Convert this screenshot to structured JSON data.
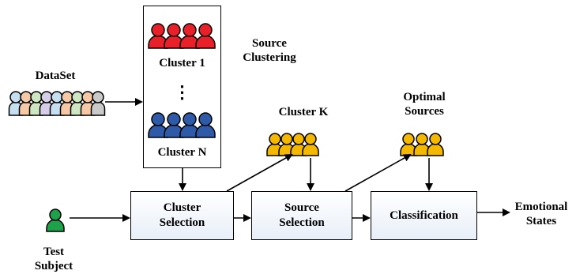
{
  "labels": {
    "dataset": "DataSet",
    "source_clustering_line1": "Source",
    "source_clustering_line2": "Clustering",
    "cluster_1": "Cluster 1",
    "vertical_ellipsis": "⋮",
    "cluster_n": "Cluster N",
    "cluster_k": "Cluster K",
    "optimal_sources_line1": "Optimal",
    "optimal_sources_line2": "Sources",
    "test_subject_line1": "Test",
    "test_subject_line2": "Subject",
    "emotional_states_line1": "Emotional",
    "emotional_states_line2": "States"
  },
  "boxes": {
    "cluster_selection_line1": "Cluster",
    "cluster_selection_line2": "Selection",
    "source_selection_line1": "Source",
    "source_selection_line2": "Selection",
    "classification": "Classification"
  },
  "colors": {
    "cluster_1_people": "#e8202a",
    "cluster_n_people": "#2e5aa8",
    "selected_people": "#f5b800",
    "test_subject_person": "#1fa04a",
    "dataset_people": [
      "#c6dff0",
      "#f6c9a6",
      "#cfe6c3",
      "#d6cde8",
      "#c6dff0",
      "#f6c9a6",
      "#cfe6c3",
      "#f6c9a6",
      "#c9c9c9"
    ]
  }
}
